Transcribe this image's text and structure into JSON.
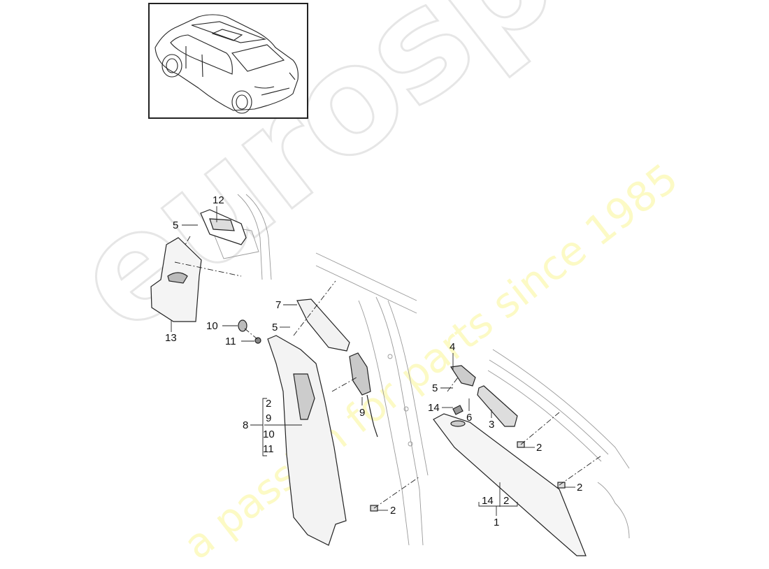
{
  "watermark": {
    "brand": "eurospares",
    "tagline": "a passion for parts since 1985",
    "brand_color": "#d9d9d9",
    "tagline_color": "#f7f3a0"
  },
  "thumbnail": {
    "subject": "vehicle-overview-car-illustration"
  },
  "callouts": [
    {
      "id": "c12",
      "text": "12"
    },
    {
      "id": "c5a",
      "text": "5"
    },
    {
      "id": "c13",
      "text": "13"
    },
    {
      "id": "c10",
      "text": "10"
    },
    {
      "id": "c11",
      "text": "11"
    },
    {
      "id": "c7",
      "text": "7"
    },
    {
      "id": "c5b",
      "text": "5"
    },
    {
      "id": "c9",
      "text": "9"
    },
    {
      "id": "c4",
      "text": "4"
    },
    {
      "id": "c5c",
      "text": "5"
    },
    {
      "id": "c14",
      "text": "14"
    },
    {
      "id": "c6",
      "text": "6"
    },
    {
      "id": "c3",
      "text": "3"
    },
    {
      "id": "c2a",
      "text": "2"
    },
    {
      "id": "c2b",
      "text": "2"
    },
    {
      "id": "c2c",
      "text": "2"
    },
    {
      "id": "c8",
      "text": "8"
    },
    {
      "id": "c1",
      "text": "1"
    }
  ],
  "assemblies": {
    "part8": {
      "label": "8",
      "includes": [
        "2",
        "9",
        "10",
        "11"
      ]
    },
    "part1": {
      "label": "1",
      "includes": [
        "14",
        "2"
      ]
    }
  }
}
